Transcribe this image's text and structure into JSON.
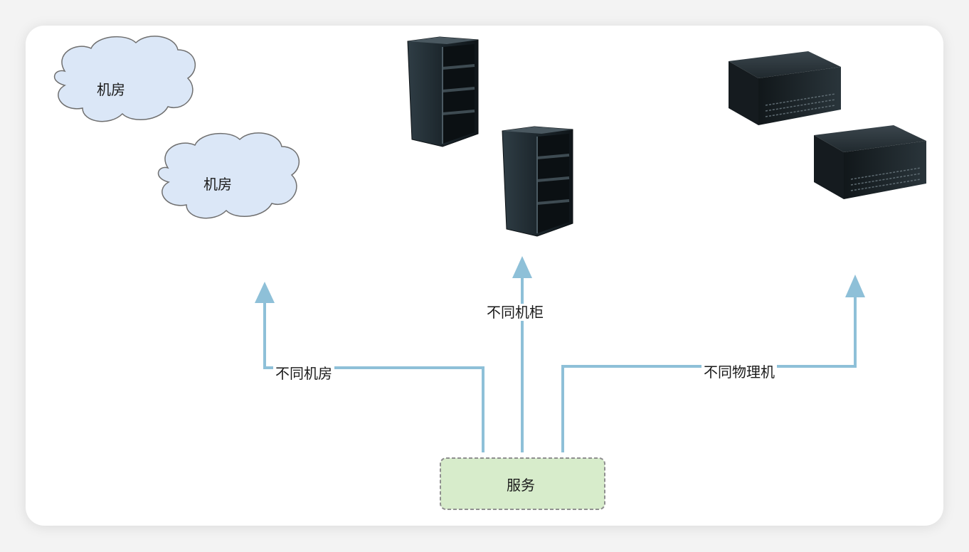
{
  "nodes": {
    "datacenter_1": "机房",
    "datacenter_2": "机房",
    "service": "服务"
  },
  "edges": {
    "different_datacenter": "不同机房",
    "different_rack": "不同机柜",
    "different_physical_machine": "不同物理机"
  },
  "colors": {
    "arrow": "#8ec0d8",
    "cloud_fill": "#dbe7f7",
    "cloud_stroke": "#6f6f6f",
    "service_fill": "#d7eccb",
    "service_stroke": "#8f8f8f",
    "rack_body": "#1f2a30",
    "server_body": "#1c2328"
  },
  "icons": [
    "cloud-icon",
    "rack-cabinet-icon",
    "physical-server-icon"
  ]
}
